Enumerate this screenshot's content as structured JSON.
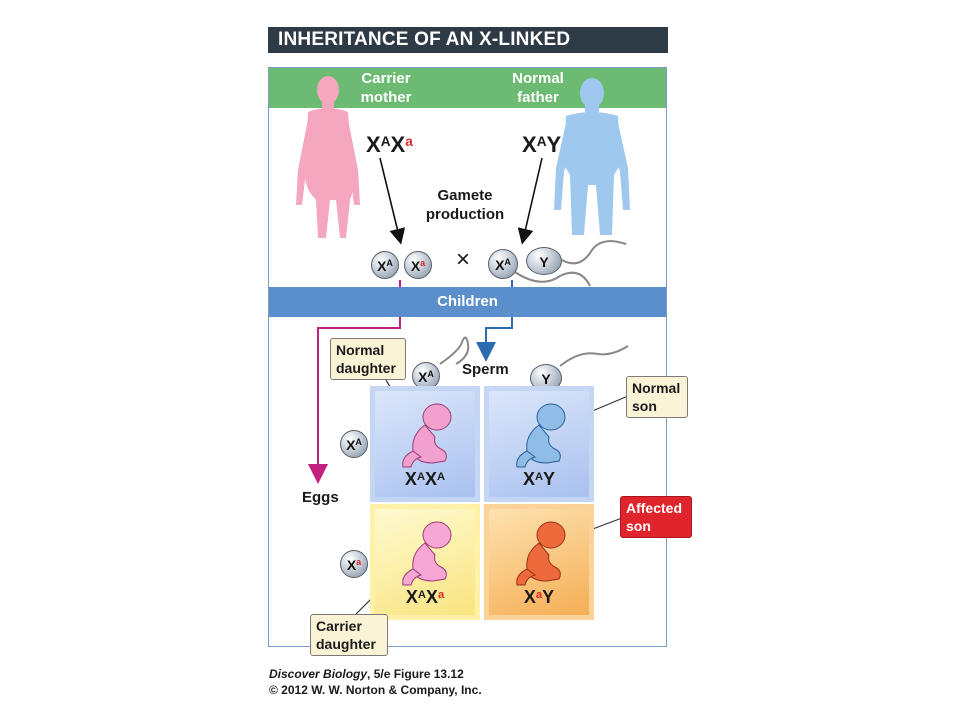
{
  "title": "INHERITANCE OF AN X-LINKED DISORDER",
  "parents": {
    "mother_label": [
      "Carrier",
      "mother"
    ],
    "father_label": [
      "Normal",
      "father"
    ],
    "mother_genotype": {
      "base": [
        "X",
        "X"
      ],
      "alleles": [
        "A",
        "a"
      ]
    },
    "father_genotype": {
      "base": [
        "X",
        "Y"
      ],
      "alleles": [
        "A",
        ""
      ]
    }
  },
  "gamete_label": [
    "Gamete",
    "production"
  ],
  "cross_symbol": "×",
  "mother_gametes": [
    {
      "base": "X",
      "allele": "A"
    },
    {
      "base": "X",
      "allele": "a"
    }
  ],
  "father_gametes": [
    {
      "base": "X",
      "allele": "A"
    },
    {
      "base": "Y",
      "allele": ""
    }
  ],
  "children_label": "Children",
  "sperm_label": "Sperm",
  "eggs_label": "Eggs",
  "sperm_axis": [
    {
      "base": "X",
      "allele": "A"
    },
    {
      "base": "Y",
      "allele": ""
    }
  ],
  "egg_axis": [
    {
      "base": "X",
      "allele": "A"
    },
    {
      "base": "X",
      "allele": "a"
    }
  ],
  "punnett": [
    {
      "id": "normal-daughter",
      "base": [
        "X",
        "X"
      ],
      "alleles": [
        "A",
        "A"
      ]
    },
    {
      "id": "normal-son",
      "base": [
        "X",
        "Y"
      ],
      "alleles": [
        "A",
        ""
      ]
    },
    {
      "id": "carrier-daughter",
      "base": [
        "X",
        "X"
      ],
      "alleles": [
        "A",
        "a"
      ]
    },
    {
      "id": "affected-son",
      "base": [
        "X",
        "Y"
      ],
      "alleles": [
        "a",
        ""
      ]
    }
  ],
  "callouts": {
    "normal_daughter": [
      "Normal",
      "daughter"
    ],
    "normal_son": [
      "Normal",
      "son"
    ],
    "affected_son": [
      "Affected",
      "son"
    ],
    "carrier_daughter": [
      "Carrier",
      "daughter"
    ]
  },
  "caption": {
    "book": "Discover Biology",
    "edition": ", 5/e  Figure 13.12",
    "copyright": "© 2012 W. W. Norton & Company, Inc."
  },
  "colors": {
    "title_bg": "#2e3b47",
    "parents_band": "#6dbb72",
    "children_band": "#5b8fcc",
    "mother_figure": "#f4a7bf",
    "father_figure": "#9fc8ee",
    "recessive_allele": "#e0242b",
    "egg_arrow": "#c2207f",
    "sperm_arrow": "#2b6cb0",
    "affected_callout": "#e0242b"
  }
}
